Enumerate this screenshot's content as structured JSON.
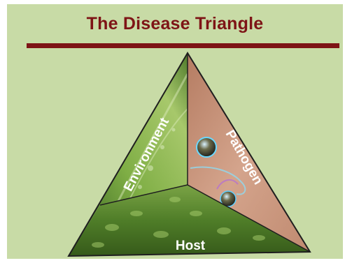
{
  "title": "The Disease Triangle",
  "segments": {
    "environment": "Environment",
    "pathogen": "Pathogen",
    "host": "Host"
  },
  "colors": {
    "background": "#c8dba6",
    "title": "#7e1416",
    "rule": "#7e1416",
    "environment": "#6f9a3a",
    "pathogen": "#c8937a",
    "host": "#4f7a2a",
    "outline": "#1f1f1f"
  }
}
